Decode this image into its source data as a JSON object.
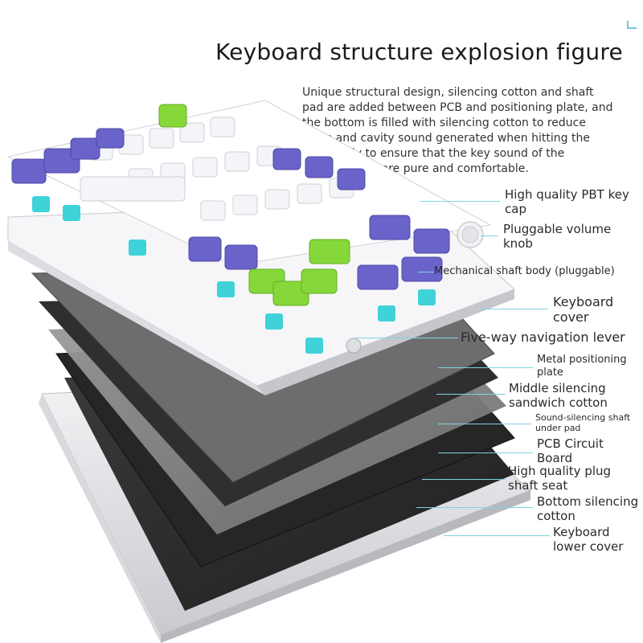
{
  "title": "Keyboard structure explosion figure",
  "description": "Unique structural design, silencing cotton and shaft pad are added between PCB and positioning plate, and the bottom is filled with silencing cotton to reduce noise and cavity sound generated when hitting the shaft body to ensure that the key sound of the keyboard is more pure and comfortable.",
  "labels": [
    {
      "id": "pbt-keycap",
      "text": "High quality PBT key cap"
    },
    {
      "id": "volume-knob",
      "text": "Pluggable volume knob"
    },
    {
      "id": "shaft-body",
      "text": "Mechanical shaft body (pluggable)"
    },
    {
      "id": "keyboard-cover",
      "text": "Keyboard cover"
    },
    {
      "id": "nav-lever",
      "text": "Five-way navigation lever"
    },
    {
      "id": "metal-plate",
      "text": "Metal positioning plate"
    },
    {
      "id": "middle-cotton",
      "text": "Middle silencing sandwich cotton"
    },
    {
      "id": "shaft-pad",
      "text": "Sound-silencing shaft under pad"
    },
    {
      "id": "pcb",
      "text": "PCB Circuit Board"
    },
    {
      "id": "shaft-seat",
      "text": "High quality plug shaft seat"
    },
    {
      "id": "bottom-cotton",
      "text": "Bottom silencing cotton"
    },
    {
      "id": "lower-cover",
      "text": "Keyboard lower cover"
    }
  ],
  "colors": {
    "purple_keycap": "#6a63c9",
    "green_keycap": "#86d83a",
    "white_keycap": "#f4f5f8",
    "switch_cyan": "#3fd3d9",
    "leader_line": "#7fd2e3",
    "dark_layer": "#2c2c2c"
  }
}
